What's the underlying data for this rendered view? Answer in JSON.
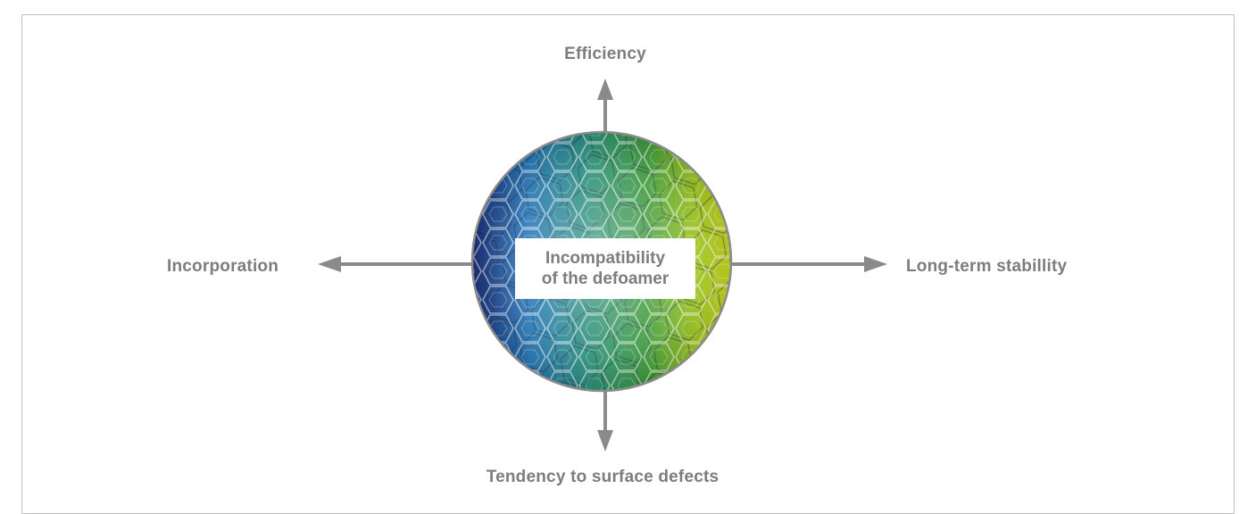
{
  "diagram": {
    "center_label_line1": "Incompatibility",
    "center_label_line2": "of the defoamer",
    "axes": {
      "top": "Efficiency",
      "bottom": "Tendency to surface defects",
      "left": "Incorporation",
      "right": "Long-term stabillity"
    },
    "colors": {
      "arrow": "#8a8a8a",
      "label_text": "#7d7d7d",
      "circle_border": "#8a8a8a",
      "foam_blue": "#1f3f8a",
      "foam_teal": "#2a8fb0",
      "foam_green": "#3a9a4a",
      "foam_yellow": "#b8cf1a",
      "frame_border": "#bfbfbf"
    },
    "image_description_icon": "foam-bubbles-image"
  }
}
